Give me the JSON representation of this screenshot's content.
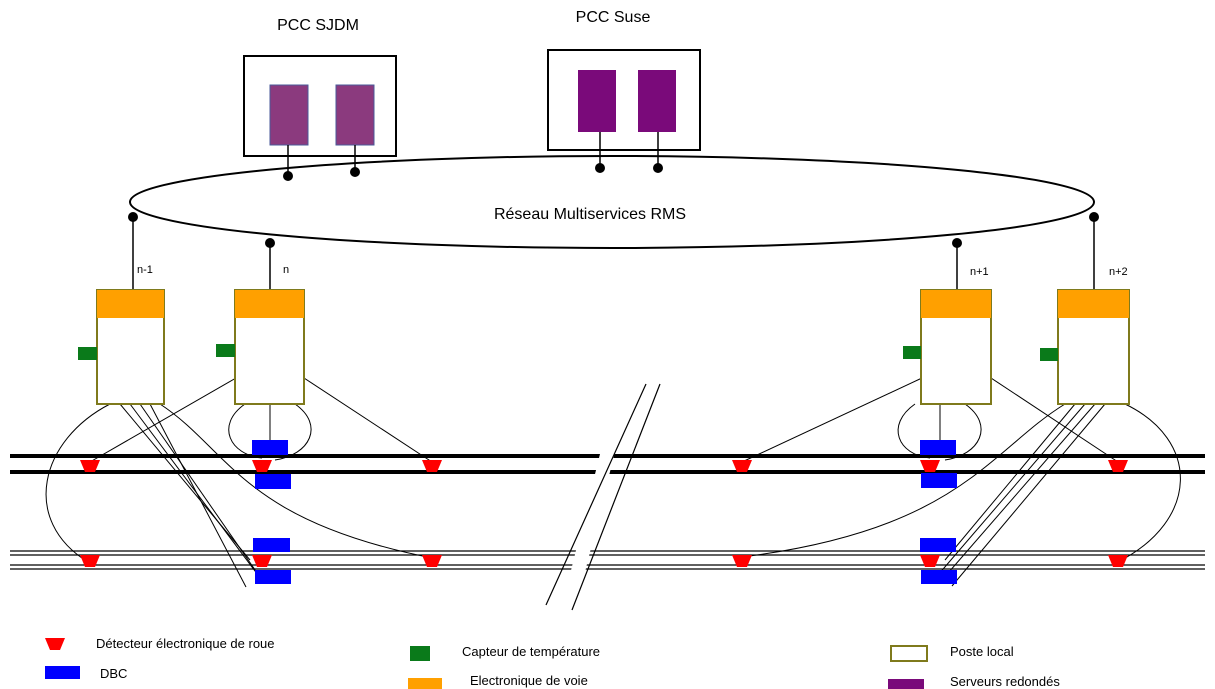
{
  "pcc_left": {
    "label": "PCC SJDM"
  },
  "pcc_right": {
    "label": "PCC Suse"
  },
  "network": {
    "label": "Réseau Multiservices RMS"
  },
  "posts": [
    {
      "label": "n-1"
    },
    {
      "label": "n"
    },
    {
      "label": "n+1"
    },
    {
      "label": "n+2"
    }
  ],
  "legend": {
    "wheel_detector": "Détecteur électronique de roue",
    "dbc": "DBC",
    "temp_sensor": "Capteur de température",
    "track_electronics": "Electronique de voie",
    "local_post": "Poste local",
    "redundant_servers": "Serveurs redondés"
  },
  "colors": {
    "wheel_detector": "#ff0000",
    "dbc": "#0000ff",
    "temp_sensor": "#0a7a1a",
    "track_electronics": "#ffa000",
    "local_post_border": "#7f7a1c",
    "server_left": "#8b3a7e",
    "server_right": "#7a0a7a"
  }
}
